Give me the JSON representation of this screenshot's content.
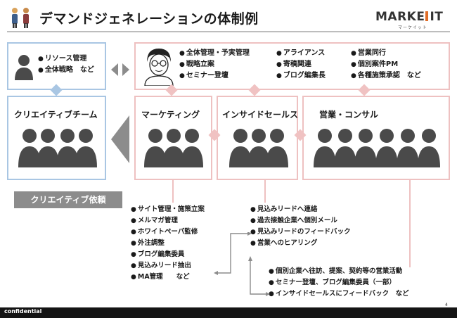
{
  "slide": {
    "title": "デマンドジェネレーションの体制例",
    "logo_text_a": "MARKE",
    "logo_text_b": "IT",
    "logo_sub": "マーケイット",
    "footer": "confidential",
    "page_number": "4"
  },
  "manager": {
    "bullets": [
      "リソース管理",
      "全体戦略　など"
    ]
  },
  "lead": {
    "col1": [
      "全体管理・予実管理",
      "戦略立案",
      "セミナー登壇"
    ],
    "col2": [
      "アライアンス",
      "寄稿関連",
      "ブログ編集長"
    ],
    "col3": [
      "営業同行",
      "個別案件PM",
      "各種施策承認　など"
    ]
  },
  "teams": {
    "creative": "クリエイティブチーム",
    "marketing": "マーケティング",
    "inside_sales": "インサイドセールス",
    "sales": "営業・コンサル"
  },
  "creative_request": "クリエイティブ依頼",
  "tasks": {
    "marketing": [
      "サイト管理・施策立案",
      "メルマガ管理",
      "ホワイトペーパ監修",
      "外注調整",
      "ブログ編集委員",
      "見込みリード抽出",
      "MA管理　　など"
    ],
    "inside_sales": [
      "見込みリードへ連絡",
      "過去接触企業へ個別メール",
      "見込みリードのフィードバック",
      "営業へのヒアリング"
    ],
    "sales": [
      "個別企業へ往訪、提案、契約等の営業活動",
      "セミナー登壇、ブログ編集委員（一部）",
      "インサイドセールスにフィードバック　など"
    ]
  },
  "colors": {
    "blue_border": "#a9c6e3",
    "pink_border": "#eec1c1",
    "arrow_gray": "#8c8c8c",
    "silhouette": "#4a4a4a",
    "logo_accent": "#e06d28"
  }
}
